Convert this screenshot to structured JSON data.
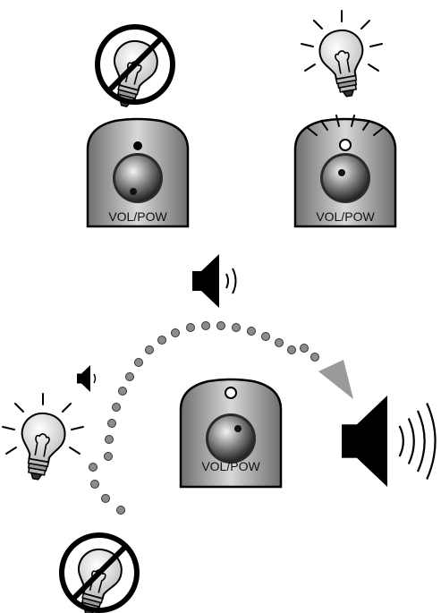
{
  "knob_label": "VOL/POW",
  "panels": {
    "top_left": {
      "state": "light-off",
      "label": "VOL/POW"
    },
    "top_right": {
      "state": "light-on",
      "label": "VOL/POW"
    },
    "center": {
      "state": "volume-control",
      "label": "VOL/POW"
    }
  },
  "icons": [
    "bulb-off-icon",
    "bulb-on-icon",
    "speaker-icon",
    "speaker-small-icon",
    "speaker-large-icon",
    "bulb-on-small-icon",
    "bulb-off-bottom-icon"
  ],
  "colors": {
    "dot": "#8c8c8c",
    "arrow": "#9a9a9a",
    "device": "#9a9a9a",
    "knob": "#555555"
  }
}
